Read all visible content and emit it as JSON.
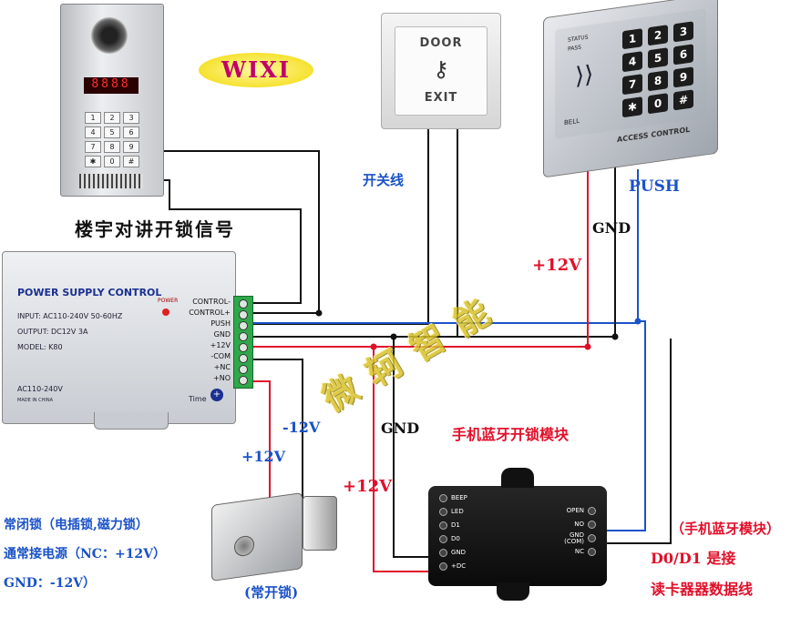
{
  "devices": {
    "intercom": {
      "display": "8888",
      "keys": [
        "1",
        "2",
        "3",
        "4",
        "5",
        "6",
        "7",
        "8",
        "9",
        "✱",
        "0",
        "#"
      ]
    },
    "logo": "WIXI",
    "exit_button": {
      "top": "DOOR",
      "bottom": "EXIT"
    },
    "keypad": {
      "status": "STATUS",
      "pass": "PASS",
      "bell": "BELL",
      "footer": "ACCESS CONTROL",
      "keys": [
        "1",
        "2",
        "3",
        "4",
        "5",
        "6",
        "7",
        "8",
        "9",
        "✱",
        "0",
        "#"
      ]
    },
    "psu": {
      "title": "POWER SUPPLY CONTROL",
      "input": "INPUT: AC110-240V 50-60HZ",
      "output": "OUTPUT: DC12V 3A",
      "model": "MODEL: K80",
      "power": "POWER",
      "ac": "AC110-240V",
      "made": "MADE IN CHINA",
      "time": "Time",
      "terminals": [
        "CONTROL-",
        "CONTROL+",
        "PUSH",
        "GND",
        "+12V",
        "-COM",
        "+NC",
        "+NO"
      ]
    },
    "bt_module": {
      "left": [
        "BEEP",
        "LED",
        "D1",
        "D0",
        "GND",
        "+DC"
      ],
      "right": [
        "OPEN",
        "NO",
        "GND\n(COM)",
        "NC"
      ]
    }
  },
  "labels": {
    "intercom_signal": "楼宇对讲开锁信号",
    "switch_wire": "开关线",
    "push": "PUSH",
    "gnd_top": "GND",
    "plus12_top": "+12V",
    "minus12_left": "-12V",
    "plus12_left": "+12V",
    "gnd_mid": "GND",
    "plus12_bottom": "+12V",
    "bt_title": "手机蓝牙开锁模块",
    "bt_side": "（手机蓝牙模块）",
    "d0d1_1": "D0/D1 是接",
    "d0d1_2": "读卡器器数据线",
    "lock_1": "常闭锁（电插锁,磁力锁）",
    "lock_2": "通常接电源（NC：+12V）",
    "lock_3": "GND：-12V）",
    "lock_normal_open": "(常开锁)",
    "watermark": "微 轲 智 能"
  },
  "colors": {
    "red": "#e0102a",
    "blue": "#1a52c8",
    "black": "#111111"
  }
}
